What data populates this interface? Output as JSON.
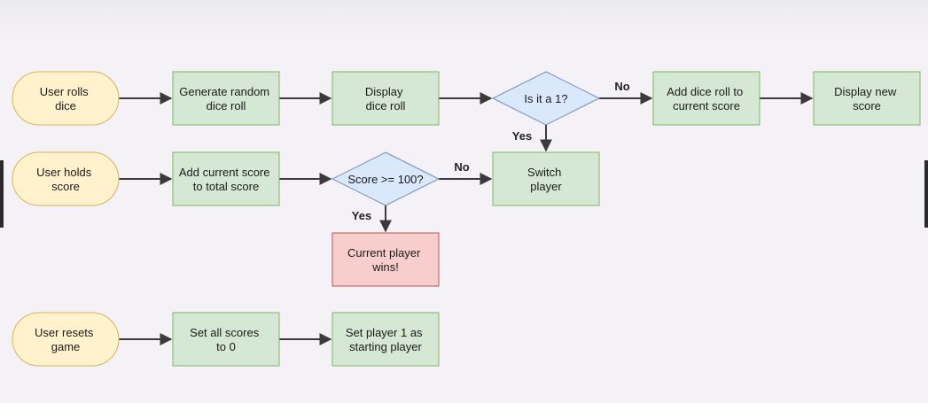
{
  "colors": {
    "start": {
      "fill": "#fff2cc",
      "stroke": "#d6b656"
    },
    "process": {
      "fill": "#d5e8d4",
      "stroke": "#82b366"
    },
    "decision": {
      "fill": "#dae8fc",
      "stroke": "#6c8ebf"
    },
    "end": {
      "fill": "#f8cecc",
      "stroke": "#b85450"
    },
    "arrow": "#3a3a3a"
  },
  "nodes": {
    "user_rolls": {
      "lines": [
        "User rolls",
        "dice"
      ]
    },
    "generate_roll": {
      "lines": [
        "Generate random",
        "dice roll"
      ]
    },
    "display_roll": {
      "lines": [
        "Display",
        "dice roll"
      ]
    },
    "is_one": {
      "lines": [
        "Is it a 1?"
      ]
    },
    "add_roll": {
      "lines": [
        "Add dice roll to",
        "current score"
      ]
    },
    "display_score": {
      "lines": [
        "Display new",
        "score"
      ]
    },
    "user_holds": {
      "lines": [
        "User holds",
        "score"
      ]
    },
    "add_total": {
      "lines": [
        "Add current score",
        "to total score"
      ]
    },
    "score_check": {
      "lines": [
        "Score >= 100?"
      ]
    },
    "switch_player": {
      "lines": [
        "Switch",
        "player"
      ]
    },
    "player_wins": {
      "lines": [
        "Current player",
        "wins!"
      ]
    },
    "user_resets": {
      "lines": [
        "User resets",
        "game"
      ]
    },
    "reset_scores": {
      "lines": [
        "Set all scores",
        "to 0"
      ]
    },
    "set_player_one": {
      "lines": [
        "Set player 1 as",
        "starting player"
      ]
    }
  },
  "edge_labels": {
    "is_one_no": "No",
    "is_one_yes": "Yes",
    "score_no": "No",
    "score_yes": "Yes"
  }
}
